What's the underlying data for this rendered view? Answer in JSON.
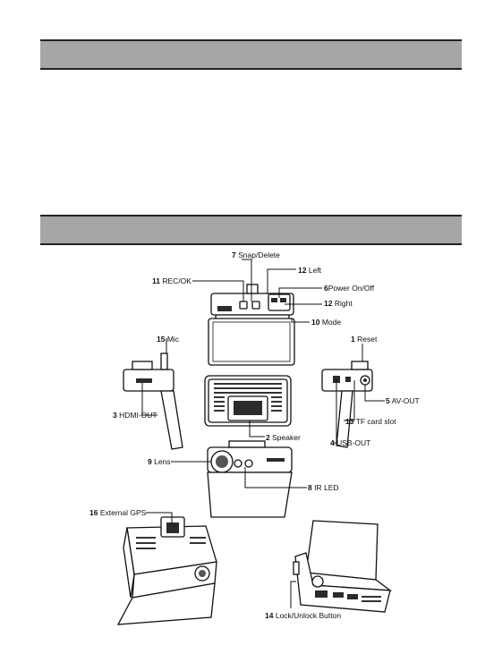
{
  "labels": {
    "l7": {
      "num": "7",
      "text": "Snap/Delete"
    },
    "l12a": {
      "num": "12",
      "text": "Left"
    },
    "l11": {
      "num": "11",
      "text": "REC/OK"
    },
    "l6": {
      "num": "6",
      "text": "Power On/Off"
    },
    "l12b": {
      "num": "12",
      "text": "Right"
    },
    "l10": {
      "num": "10",
      "text": "Mode"
    },
    "l15": {
      "num": "15",
      "text": "Mic"
    },
    "l1": {
      "num": "1",
      "text": "Reset"
    },
    "l5": {
      "num": "5",
      "text": "AV-OUT"
    },
    "l3": {
      "num": "3",
      "text": "HDMI-OUT"
    },
    "l13": {
      "num": "13",
      "text": "TF card slot"
    },
    "l2": {
      "num": "2",
      "text": "Speaker"
    },
    "l4": {
      "num": "4",
      "text": "USB-OUT"
    },
    "l9": {
      "num": "9",
      "text": "Lens"
    },
    "l8": {
      "num": "8",
      "text": "IR LED"
    },
    "l16": {
      "num": "16",
      "text": "External GPS"
    },
    "l14": {
      "num": "14",
      "text": "Lock/Unlock Button"
    }
  }
}
